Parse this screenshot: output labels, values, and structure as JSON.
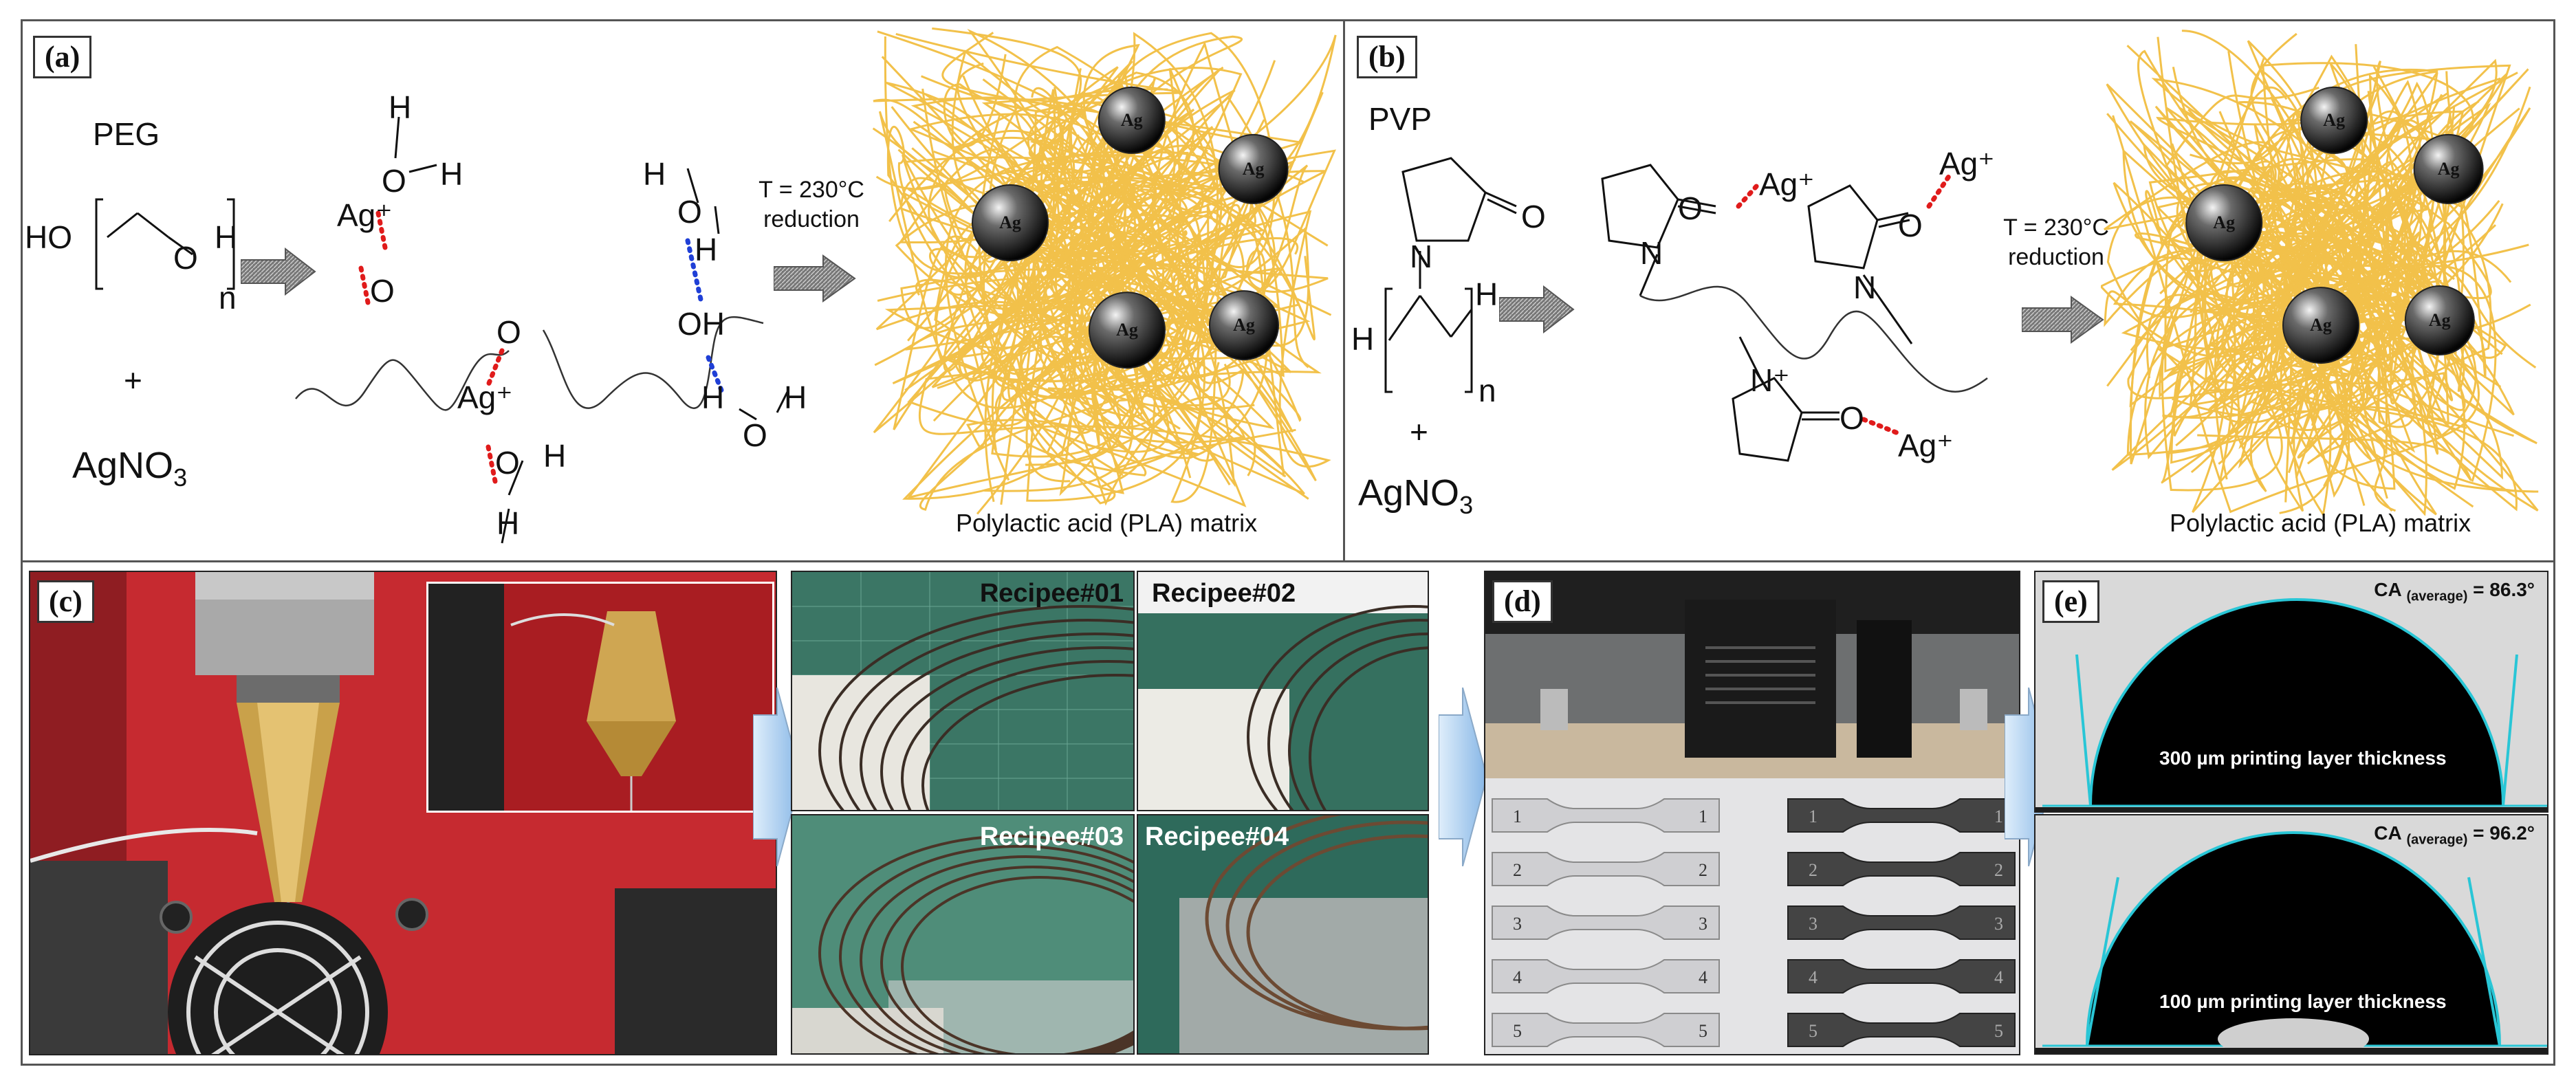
{
  "panels": {
    "a": {
      "label": "(a)",
      "polymer": "PEG",
      "ho": "HO",
      "o_unit": "O",
      "h_end": "H",
      "n": "n",
      "plus": "+",
      "salt_main": "AgNO",
      "salt_sub": "3",
      "ag_top": "Ag⁺",
      "ag_mid": "Ag⁺",
      "reaction_temp": "T = 230°C",
      "reaction_word": "reduction",
      "matrix_caption": "Polylactic acid (PLA) matrix",
      "particle_label": "Ag"
    },
    "b": {
      "label": "(b)",
      "polymer": "PVP",
      "plus": "+",
      "salt_main": "AgNO",
      "salt_sub": "3",
      "n": "n",
      "h_left": "H",
      "h_right": "H",
      "ag_1": "Ag⁺",
      "ag_2": "Ag⁺",
      "ag_3": "Ag⁺",
      "reaction_temp": "T = 230°C",
      "reaction_word": "reduction",
      "matrix_caption": "Polylactic acid (PLA) matrix",
      "particle_label": "Ag"
    },
    "c": {
      "label": "(c)",
      "recipes": [
        "Recipee#01",
        "Recipee#02",
        "Recipee#03",
        "Recipee#04"
      ]
    },
    "d": {
      "label": "(d)",
      "specimen_numbers": [
        "1",
        "2",
        "3",
        "4",
        "5"
      ]
    },
    "e": {
      "label": "(e)",
      "top_ca_prefix": "CA",
      "top_ca_sub": "(average)",
      "top_ca_value": "= 86.3°",
      "top_layer": "300 µm printing layer thickness",
      "bottom_ca_prefix": "CA",
      "bottom_ca_sub": "(average)",
      "bottom_ca_value": "= 96.2°",
      "bottom_layer": "100 µm printing layer thickness"
    }
  },
  "colors": {
    "pla_yellow": "#f2c14a",
    "ag_red": "#e01b1b",
    "h_bond_blue": "#1f3fd6",
    "drop_cyan": "#29c6d6",
    "arrow_blue": "#9fc6ee"
  }
}
